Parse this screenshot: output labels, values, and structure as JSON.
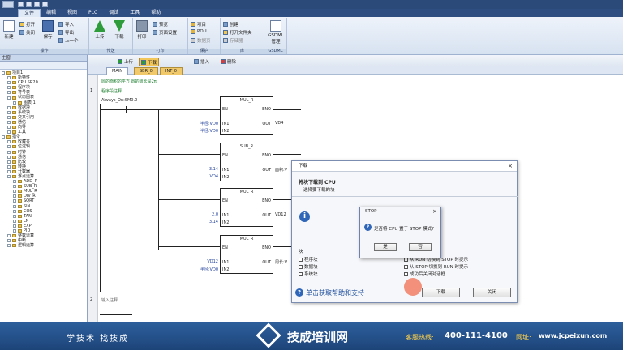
{
  "menu": {
    "tabs": [
      "文件",
      "编辑",
      "视图",
      "PLC",
      "调试",
      "工具",
      "帮助"
    ],
    "active": 0
  },
  "ribbon": {
    "groups": [
      {
        "label": "操作",
        "buttons": [
          "新建",
          "打开",
          "关闭",
          "保存",
          "导入",
          "导出",
          "上一个"
        ]
      },
      {
        "label": "传送",
        "buttons": [
          "上传",
          "下载"
        ]
      },
      {
        "label": "打印",
        "buttons": [
          "打印",
          "预览",
          "页面设置"
        ]
      },
      {
        "label": "保护",
        "buttons": [
          "项目",
          "POU",
          "数据页"
        ]
      },
      {
        "label": "库",
        "buttons": [
          "创建",
          "打开文件夹",
          "存储器"
        ]
      },
      {
        "label": "GSDML",
        "buttons": [
          "GSDML管理"
        ]
      }
    ]
  },
  "left_panel": {
    "title": "主窗",
    "tree": [
      "项目1",
      "新特性",
      "CPU SR20",
      "程序块",
      "符号表",
      "状态图表",
      "图表 1",
      "数据块",
      "系统块",
      "交叉引用",
      "通信",
      "向导",
      "工具",
      "指令",
      "收藏夹",
      "位逻辑",
      "时钟",
      "通信",
      "比较",
      "转换",
      "计数器",
      "浮点运算",
      "ADD_R",
      "SUB_R",
      "MUL_R",
      "DIV_R",
      "SQRT",
      "SIN",
      "COS",
      "TAN",
      "LN",
      "EXP",
      "PID",
      "整数运算",
      "中断",
      "逻辑运算"
    ]
  },
  "editor_toolbar": {
    "upload": "上传",
    "download": "下载",
    "insert": "插入",
    "delete": "删除"
  },
  "editor_tabs": [
    "MAIN",
    "SBR_0",
    "INT_0"
  ],
  "editor": {
    "title_comment": "圆的面积的平方  圆的周长是2π",
    "network1": "1",
    "network1_comment": "程序段注释",
    "contact": "Always_On:SM0.0",
    "network2": "2",
    "network2_comment": "输入注释",
    "blocks": [
      {
        "name": "MUL_R",
        "en": "EN",
        "eno": "ENO",
        "in1": "IN1",
        "in2": "IN2",
        "out": "OUT",
        "in1_val": "半径:VD0",
        "in2_val": "半径:VD0",
        "out_val": "VD4"
      },
      {
        "name": "SUB_R",
        "en": "EN",
        "eno": "ENO",
        "in1": "IN1",
        "in2": "IN2",
        "out": "OUT",
        "in1_val": "3.14",
        "in2_val": "VD4",
        "out_val": "面积:V"
      },
      {
        "name": "MUL_R",
        "en": "EN",
        "eno": "ENO",
        "in1": "IN1",
        "in2": "IN2",
        "out": "OUT",
        "in1_val": "2.0",
        "in2_val": "3.14",
        "out_val": "VD12"
      },
      {
        "name": "MUL_R",
        "en": "EN",
        "eno": "ENO",
        "in1": "IN1",
        "in2": "IN2",
        "out": "OUT",
        "in1_val": "VD12",
        "in2_val": "半径:VD0",
        "out_val": "周长:V"
      }
    ]
  },
  "download_dialog": {
    "title": "下载",
    "heading": "将块下载到 CPU",
    "subheading": "选择要下载的块",
    "blocks_label": "块",
    "checks": [
      "程序块",
      "数据块",
      "系统块"
    ],
    "options": [
      "从 RUN 切换到 STOP 时提示",
      "从 STOP 切换到 RUN 时提示",
      "成功后关闭对话框"
    ],
    "help": "单击获取帮助和支持",
    "download_btn": "下载",
    "close_btn": "关闭"
  },
  "stop_dialog": {
    "title": "STOP",
    "message": "是否将 CPU 置于 STOP 模式?",
    "yes": "是",
    "no": "否"
  },
  "banner": {
    "slogan": "学技术   找技成",
    "brand": "技成培训网",
    "hotline_label": "客服热线:",
    "hotline": "400-111-4100",
    "site_label": "网址:",
    "site": "www.jcpeixun.com"
  }
}
